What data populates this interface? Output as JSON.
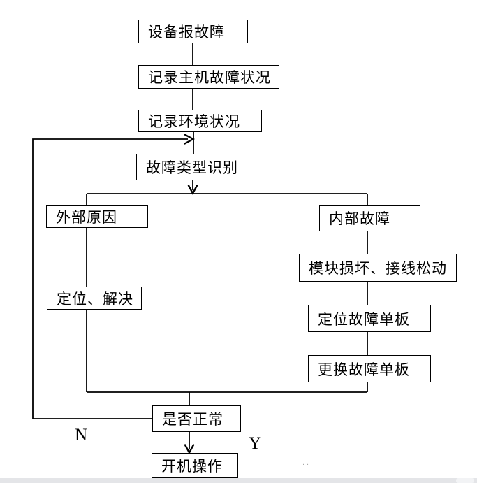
{
  "diagram": {
    "type": "flowchart",
    "nodes": [
      {
        "id": "equipment-fault-report",
        "label": "设备报故障"
      },
      {
        "id": "record-host-fault-status",
        "label": "记录主机故障状况"
      },
      {
        "id": "record-environment-status",
        "label": "记录环境状况"
      },
      {
        "id": "fault-type-identification",
        "label": "故障类型识别"
      },
      {
        "id": "external-cause",
        "label": "外部原因"
      },
      {
        "id": "locate-and-resolve",
        "label": "定位、解决"
      },
      {
        "id": "internal-fault",
        "label": "内部故障"
      },
      {
        "id": "module-damage-loose-wiring",
        "label": "模块损坏、接线松动"
      },
      {
        "id": "locate-fault-board",
        "label": "定位故障单板"
      },
      {
        "id": "replace-fault-board",
        "label": "更换故障单板"
      },
      {
        "id": "normal-check",
        "label": "是否正常"
      },
      {
        "id": "power-on-operation",
        "label": "开机操作"
      }
    ],
    "branch_labels": {
      "no": "N",
      "yes": "Y"
    },
    "edges": [
      {
        "from": "equipment-fault-report",
        "to": "record-host-fault-status",
        "label": ""
      },
      {
        "from": "record-host-fault-status",
        "to": "record-environment-status",
        "label": ""
      },
      {
        "from": "record-environment-status",
        "to": "fault-type-identification",
        "label": ""
      },
      {
        "from": "fault-type-identification",
        "to": "external-cause",
        "label": ""
      },
      {
        "from": "fault-type-identification",
        "to": "internal-fault",
        "label": ""
      },
      {
        "from": "external-cause",
        "to": "locate-and-resolve",
        "label": ""
      },
      {
        "from": "internal-fault",
        "to": "module-damage-loose-wiring",
        "label": ""
      },
      {
        "from": "module-damage-loose-wiring",
        "to": "locate-fault-board",
        "label": ""
      },
      {
        "from": "locate-fault-board",
        "to": "replace-fault-board",
        "label": ""
      },
      {
        "from": "locate-and-resolve",
        "to": "normal-check",
        "label": ""
      },
      {
        "from": "replace-fault-board",
        "to": "normal-check",
        "label": ""
      },
      {
        "from": "normal-check",
        "to": "power-on-operation",
        "label": "Y"
      },
      {
        "from": "normal-check",
        "to": "fault-type-identification",
        "label": "N"
      }
    ],
    "faint_marks": "..",
    "colors": {
      "line": "#000000",
      "background": "#ffffff",
      "bottom_bar": "#e4e5e8"
    }
  }
}
